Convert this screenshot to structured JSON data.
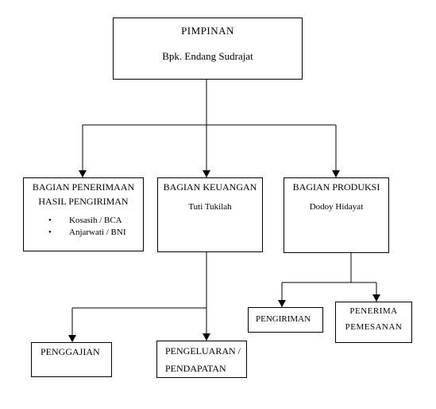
{
  "pimpinan": {
    "title": "PIMPINAN",
    "name": "Bpk. Endang Sudrajat"
  },
  "penerimaan": {
    "line1": "BAGIAN PENERIMAAN",
    "line2": "HASIL PENGIRIMAN",
    "items": [
      "Kosasih / BCA",
      "Anjarwati / BNI"
    ]
  },
  "keuangan": {
    "title": "BAGIAN KEUANGAN",
    "name": "Tuti Tukilah"
  },
  "produksi": {
    "title": "BAGIAN PRODUKSI",
    "name": "Dodoy Hidayat"
  },
  "penggajian": {
    "title": "PENGGAJIAN"
  },
  "pengeluaran": {
    "line1": "PENGELUARAN /",
    "line2": "PENDAPATAN"
  },
  "pengiriman": {
    "title": "PENGIRIMAN"
  },
  "pemesanan": {
    "line1": "PENERIMA",
    "line2": "PEMESANAN"
  }
}
